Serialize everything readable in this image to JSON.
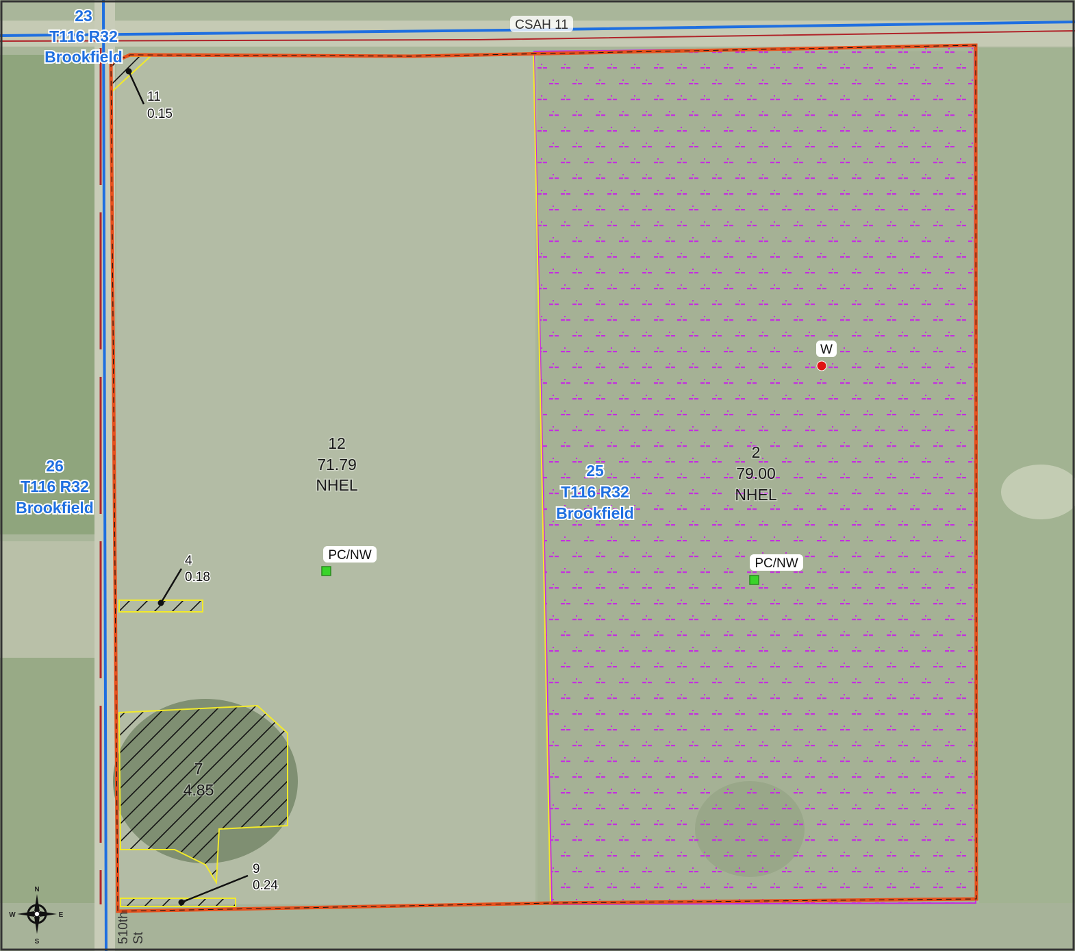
{
  "roads": {
    "north": "CSAH 11",
    "west_line1": "510th",
    "west_line2": "St"
  },
  "sections": [
    {
      "number": "23",
      "township_range": "T116 R32",
      "name": "Brookfield"
    },
    {
      "number": "26",
      "township_range": "T116 R32",
      "name": "Brookfield"
    },
    {
      "number": "25",
      "township_range": "T116 R32",
      "name": "Brookfield"
    }
  ],
  "fields": [
    {
      "id": "12",
      "acres": "71.79",
      "hel": "NHEL"
    },
    {
      "id": "2",
      "acres": "79.00",
      "hel": "NHEL"
    },
    {
      "id": "7",
      "acres": "4.85"
    },
    {
      "id": "11",
      "acres": "0.15"
    },
    {
      "id": "4",
      "acres": "0.18"
    },
    {
      "id": "9",
      "acres": "0.24"
    }
  ],
  "point_labels": {
    "pcnw_1": "PC/NW",
    "pcnw_2": "PC/NW",
    "wetland": "W"
  },
  "compass": {
    "n": "N",
    "s": "S",
    "e": "E",
    "w": "W"
  },
  "colors": {
    "imagery": "#a9b69a",
    "field_boundary": "#e8501c",
    "section_line": "#1f6fe0",
    "road_line": "#b0242a",
    "clu_line": "#f2ea2a",
    "wetland_symbol": "#c42fe0",
    "wetland_point": "#e01414",
    "pcnw_point": "#39d42a"
  }
}
